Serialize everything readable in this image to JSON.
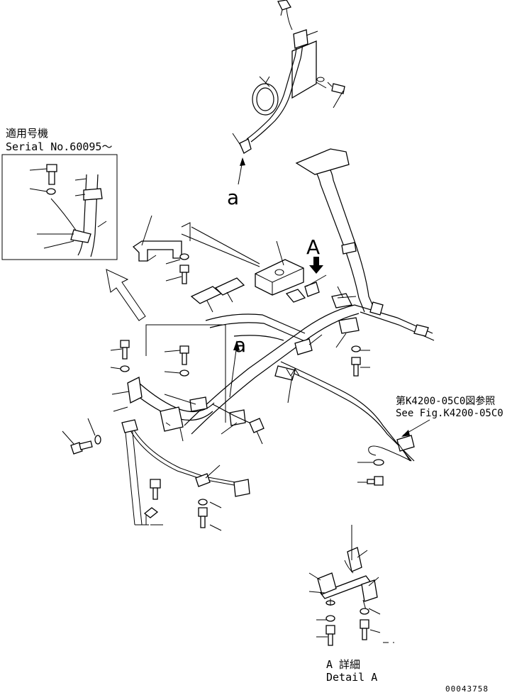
{
  "inset": {
    "applicable_jp": "適用号機",
    "serial_label": "Serial No.60095～"
  },
  "view_a_label": "A",
  "view_letter_a_top": "a",
  "view_letter_a_mid": "a",
  "reference": {
    "jp": "第K4200-05C0図参照",
    "en": "See Fig.K4200-05C0"
  },
  "detail": {
    "jp": "A 詳細",
    "en": "Detail A"
  },
  "figure_number": "00043758"
}
